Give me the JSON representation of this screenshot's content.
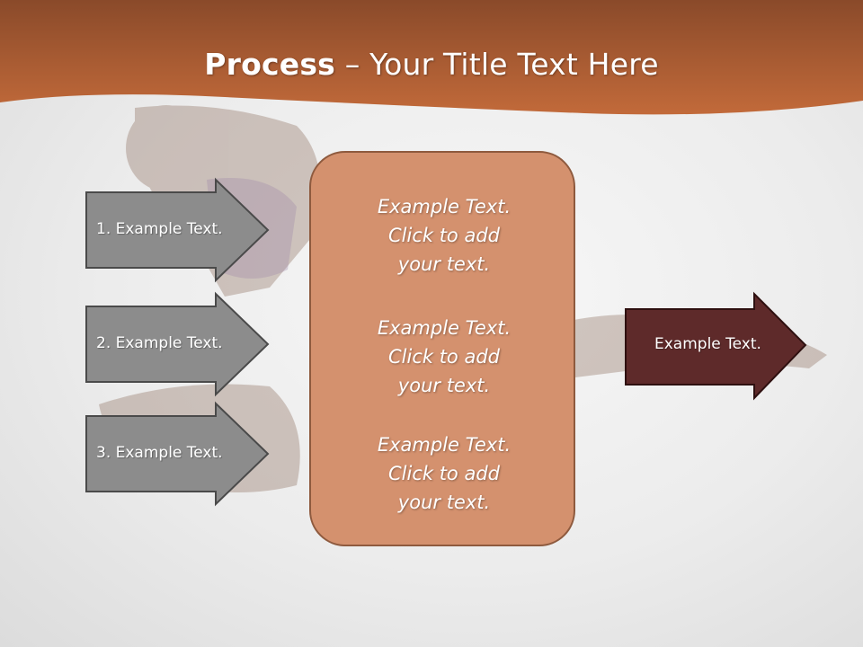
{
  "title": {
    "bold": "Process",
    "rest": " – Your Title Text Here"
  },
  "colors": {
    "header_top": "#8a4a2a",
    "header_bottom": "#c26a3a",
    "input_arrow_fill": "#8c8c8c",
    "center_box_fill": "#d4916e",
    "output_arrow_fill": "#5e2a2a"
  },
  "inputs": [
    {
      "label": "1. Example Text."
    },
    {
      "label": "2. Example Text."
    },
    {
      "label": "3. Example Text."
    }
  ],
  "center": {
    "blocks": [
      {
        "lines": [
          "Example Text.",
          "Click  to add",
          "your text."
        ]
      },
      {
        "lines": [
          "Example Text.",
          "Click  to add",
          "your text."
        ]
      },
      {
        "lines": [
          "Example Text.",
          "Click  to add",
          "your text."
        ]
      }
    ]
  },
  "output": {
    "label": "Example Text."
  }
}
